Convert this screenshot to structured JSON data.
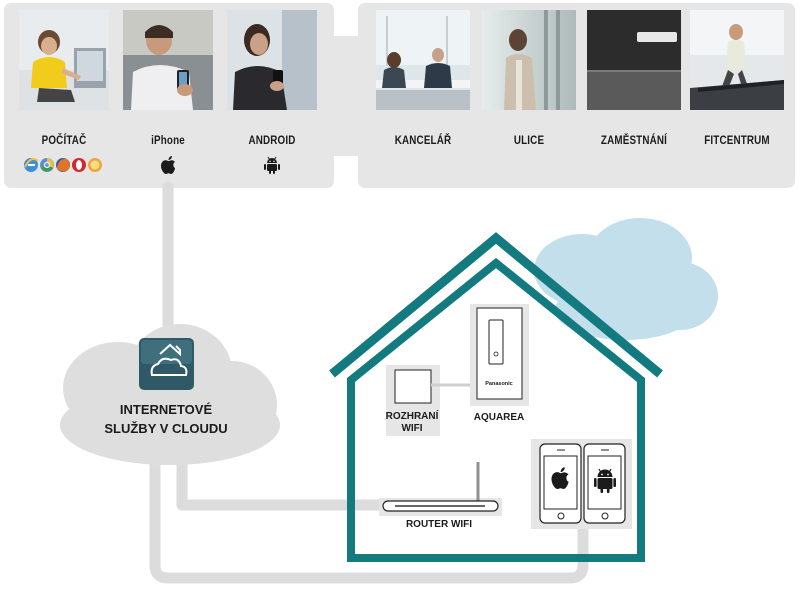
{
  "devices": {
    "items": [
      {
        "label": "POČÍTAČ"
      },
      {
        "label": "iPhone"
      },
      {
        "label": "ANDROID"
      }
    ],
    "browser_icons": [
      "ie-icon",
      "chrome-icon",
      "firefox-icon",
      "opera-icon",
      "safari-icon"
    ]
  },
  "places": {
    "items": [
      {
        "label": "KANCELÁŘ"
      },
      {
        "label": "ULICE"
      },
      {
        "label": "ZAMĚSTNÁNÍ"
      },
      {
        "label": "FITCENTRUM"
      }
    ]
  },
  "cloud": {
    "line1": "INTERNETOVÉ",
    "line2": "SLUŽBY V CLOUDU"
  },
  "house": {
    "interface_line1": "ROZHRANÍ",
    "interface_line2": "WIFI",
    "aquarea_label": "AQUAREA",
    "brand": "Panasonic",
    "router_label": "ROUTER WIFI"
  },
  "colors": {
    "house": "#137a7f",
    "panel": "#e6e6e6",
    "line": "#d8d8d8",
    "sky_cloud": "#c3dfec",
    "grey_cloud": "#dedede",
    "app_icon": "#2f5966"
  }
}
